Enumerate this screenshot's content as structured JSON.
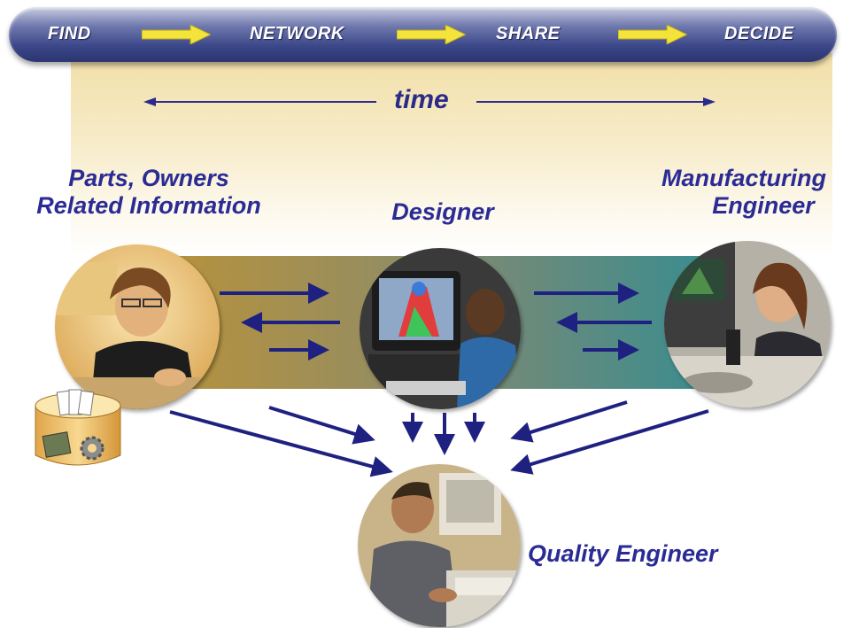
{
  "banner": {
    "steps": [
      "FIND",
      "NETWORK",
      "SHARE",
      "DECIDE"
    ]
  },
  "timeline": {
    "label": "time"
  },
  "roles": {
    "parts": [
      "Parts, Owners",
      "Related Information"
    ],
    "designer": "Designer",
    "manufacturing": [
      "Manufacturing",
      "Engineer"
    ],
    "quality": "Quality Engineer"
  },
  "colors": {
    "banner": "#3c4889",
    "arrow_yellow": "#f3e33a",
    "text": "#2b2b95",
    "flow_arrow": "#1f2180",
    "band_left": "#b8923a",
    "band_right": "#2f8d93"
  },
  "icons": {
    "people": [
      "person-photo-parts",
      "person-photo-designer",
      "person-photo-manufacturing",
      "person-photo-quality"
    ],
    "database": "database-drum-icon"
  }
}
